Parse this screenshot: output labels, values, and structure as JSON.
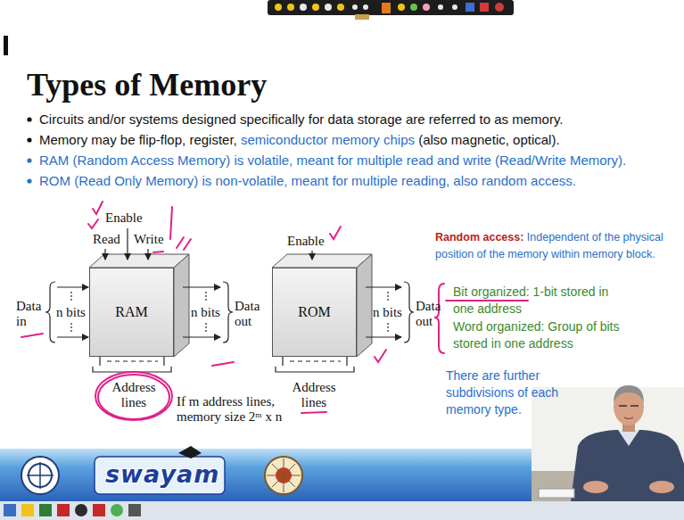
{
  "diagram": {
    "title": "Types of Memory",
    "nodes": [
      {
        "text": [
          "RAM"
        ]
      },
      {
        "text": [
          "ROM"
        ]
      }
    ],
    "labels": [
      "Circuits and/or systems designed specifically for data storage are referred to as memory.",
      "Memory may be flip-flop, register,",
      "semiconductor memory chips",
      "(also magnetic, optical).",
      "RAM (Random Access Memory) is volatile, meant for multiple read and write (Read/Write Memory).",
      "ROM (Read Only Memory) is non-volatile, meant for multiple reading, also random access.",
      "Enable",
      "Read",
      "Write",
      "Data in",
      "n bits",
      "n bits",
      "Data out",
      "Address lines",
      "If m address lines, memory size 2ᵐ x n",
      "Enable",
      "n bits",
      "Data out",
      "Address lines",
      "Random access:",
      "Independent of the physical position of the memory within memory block.",
      "Bit organized:",
      "1-bit stored in one address",
      "Word organized:",
      "Group of bits stored in one address",
      "There are further subdivisions of each memory type.",
      "swayam"
    ]
  }
}
